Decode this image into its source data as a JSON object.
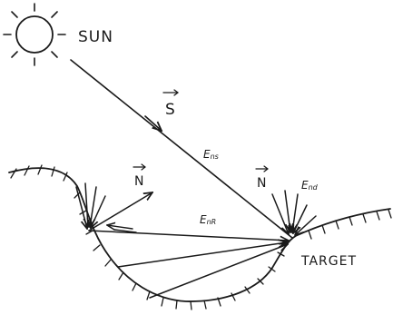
{
  "labels": {
    "sun": "SUN",
    "s_vector": "S",
    "e_ns_main": "E",
    "e_ns_sub": "ns",
    "normal_left": "N",
    "normal_right": "N",
    "e_nd_main": "E",
    "e_nd_sub": "nd",
    "e_nr_main": "E",
    "e_nr_sub": "nR",
    "target": "TARGET"
  },
  "colors": {
    "ink": "#1a1a1a",
    "background": "#ffffff"
  }
}
